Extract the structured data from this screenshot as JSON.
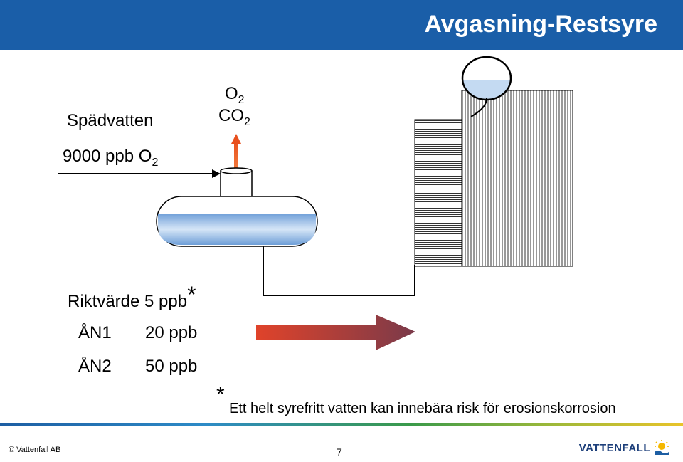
{
  "title": "Avgasning-Restsyre",
  "labels": {
    "feed_name": "Spädvatten",
    "feed_conc": "9000 ppb O",
    "feed_conc_sub": "2",
    "vent_o2": "O",
    "vent_o2_sub": "2",
    "vent_co2": "CO",
    "vent_co2_sub": "2",
    "target": "Riktvärde 5 ppb",
    "target_star": "*",
    "an1_label": "ÅN1",
    "an1_value": "20 ppb",
    "an2_label": "ÅN2",
    "an2_value": "50 ppb",
    "footnote_star": "*",
    "footnote": "Ett helt syrefritt vatten kan innebära risk för erosionskorrosion"
  },
  "footer": {
    "copyright": "© Vattenfall AB",
    "page": "7",
    "logo": "VATTENFALL"
  },
  "colors": {
    "header": "#1a5ea8",
    "vent_arrow": "#e8501e",
    "flow_arrow_start": "#e0432a",
    "flow_arrow_end": "#7a3a4a",
    "water": "#a8c8ec"
  }
}
